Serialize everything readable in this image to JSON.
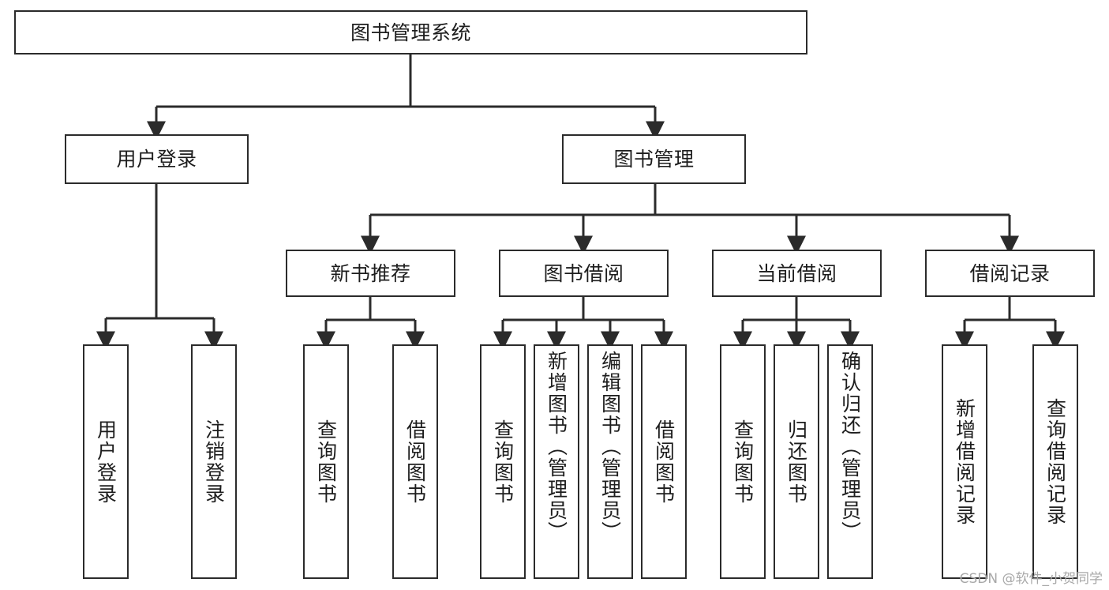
{
  "diagram": {
    "title": "图书管理系统",
    "type": "tree-hierarchy",
    "orientation": "top-down",
    "colors": {
      "box_border": "#2b2b2b",
      "box_fill": "#ffffff",
      "edge": "#2b2b2b",
      "text": "#1d1d1d",
      "watermark": "#a8a8a8",
      "background": "#ffffff"
    }
  },
  "root": {
    "label": "图书管理系统"
  },
  "level1": [
    {
      "label": "用户登录"
    },
    {
      "label": "图书管理"
    }
  ],
  "level2": [
    {
      "label": "新书推荐"
    },
    {
      "label": "图书借阅"
    },
    {
      "label": "当前借阅"
    },
    {
      "label": "借阅记录"
    }
  ],
  "leaves": {
    "user_login": [
      {
        "label": "用户登录"
      },
      {
        "label": "注销登录"
      }
    ],
    "new_book": [
      {
        "label": "查询图书"
      },
      {
        "label": "借阅图书"
      }
    ],
    "borrow_book": [
      {
        "label": "查询图书"
      },
      {
        "label": "新增图书（管理员）"
      },
      {
        "label": "编辑图书（管理员）"
      },
      {
        "label": "借阅图书"
      }
    ],
    "current_borrow": [
      {
        "label": "查询图书"
      },
      {
        "label": "归还图书"
      },
      {
        "label": "确认归还（管理员）"
      }
    ],
    "borrow_record": [
      {
        "label": "新增借阅记录"
      },
      {
        "label": "查询借阅记录"
      }
    ]
  },
  "watermark": {
    "text": "CSDN @软件_小贺同学"
  }
}
